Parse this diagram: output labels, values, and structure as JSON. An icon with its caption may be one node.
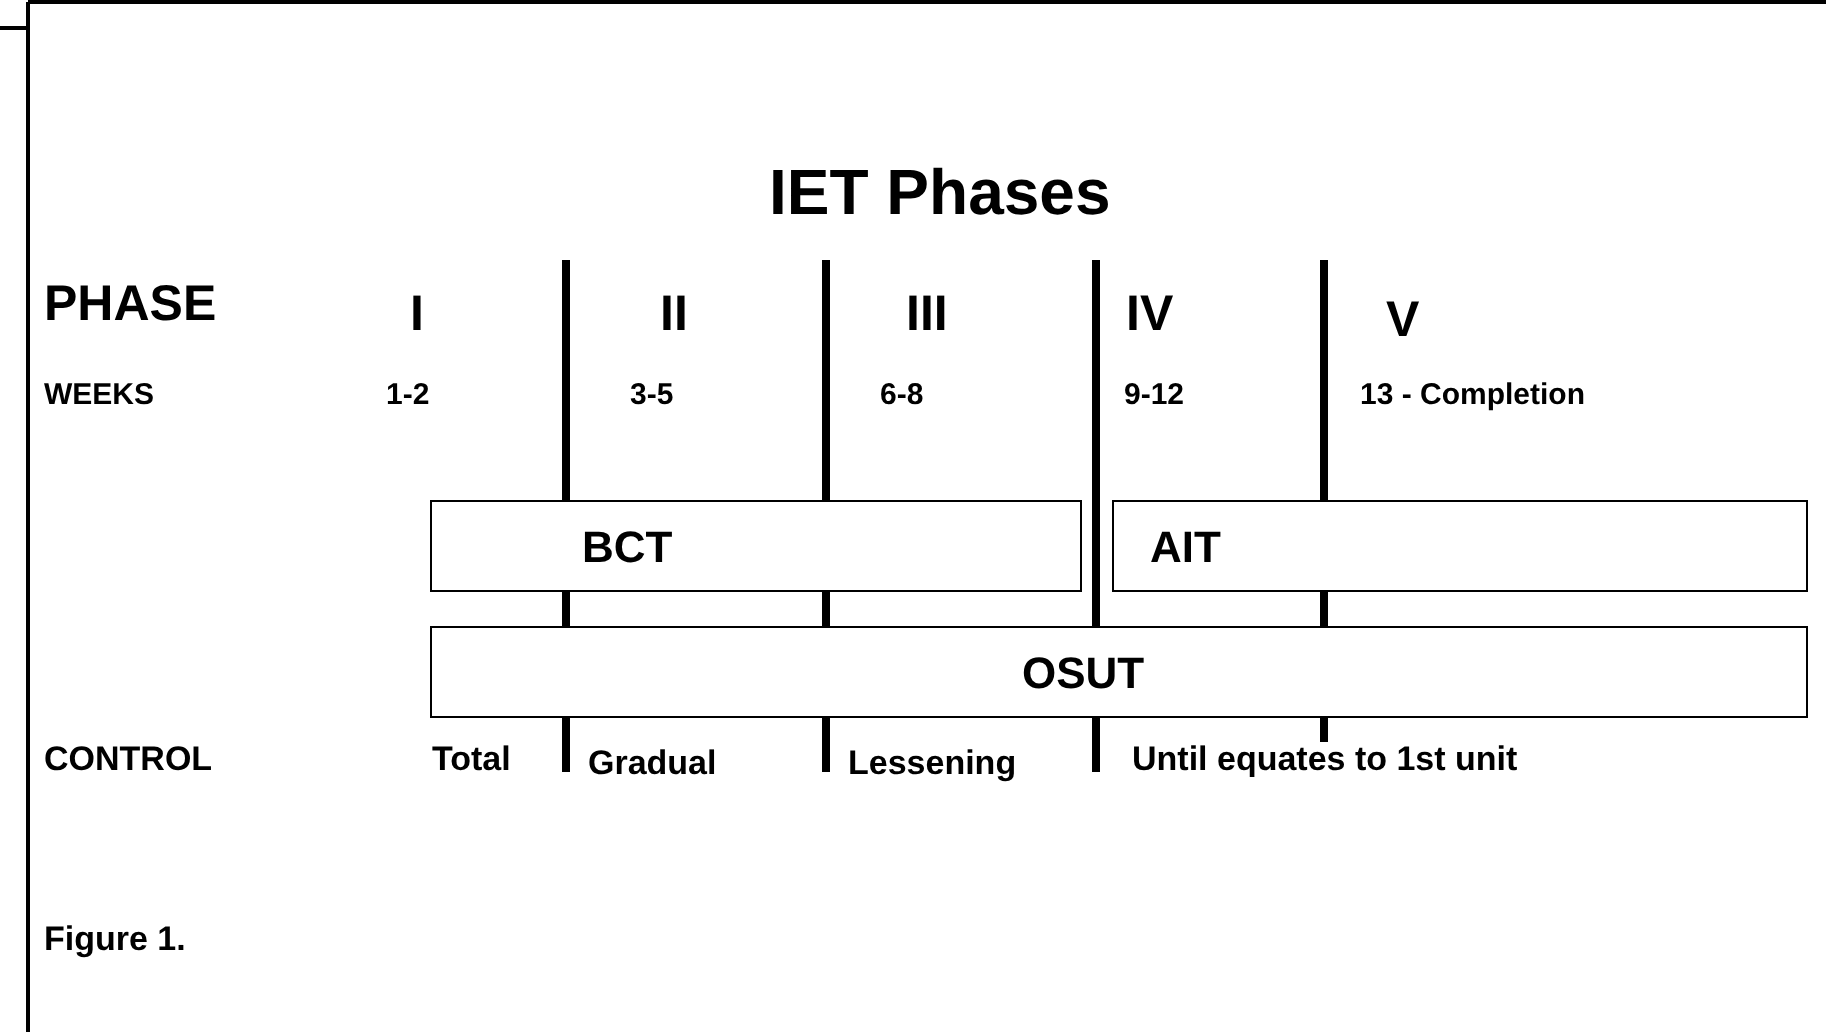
{
  "diagram": {
    "title": "IET Phases",
    "caption": "Figure 1.",
    "nodes": [
      {
        "text": [
          "BCT"
        ]
      },
      {
        "text": [
          "AIT"
        ]
      },
      {
        "text": [
          "OSUT"
        ]
      }
    ],
    "labels": [
      "PHASE",
      "I",
      "II",
      "III",
      "IV",
      "V",
      "WEEKS",
      "1-2",
      "3-5",
      "6-8",
      "9-12",
      "13 - Completion",
      "CONTROL",
      "Total",
      "Gradual",
      "Lessening",
      "Until equates to 1st unit"
    ]
  }
}
